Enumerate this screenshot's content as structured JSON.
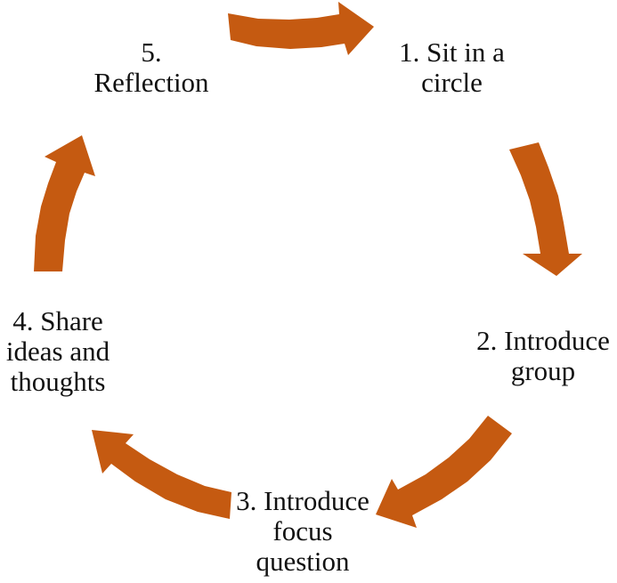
{
  "diagram": {
    "arrow_color": "#C55A11",
    "steps": [
      {
        "lines": [
          "1. Sit in a",
          "circle"
        ]
      },
      {
        "lines": [
          "2. Introduce",
          "group"
        ]
      },
      {
        "lines": [
          "3. Introduce",
          "focus",
          "question"
        ]
      },
      {
        "lines": [
          "4. Share",
          "ideas and",
          "thoughts"
        ]
      },
      {
        "lines": [
          "5.",
          "Reflection"
        ]
      }
    ],
    "arrows": [
      {
        "name": "arrow-5-to-1",
        "from": "5. Reflection",
        "to": "1. Sit in a circle"
      },
      {
        "name": "arrow-1-to-2",
        "from": "1. Sit in a circle",
        "to": "2. Introduce group"
      },
      {
        "name": "arrow-2-to-3",
        "from": "2. Introduce group",
        "to": "3. Introduce focus question"
      },
      {
        "name": "arrow-3-to-4",
        "from": "3. Introduce focus question",
        "to": "4. Share ideas and thoughts"
      },
      {
        "name": "arrow-4-to-5",
        "from": "4. Share ideas and thoughts",
        "to": "5. Reflection"
      }
    ]
  }
}
